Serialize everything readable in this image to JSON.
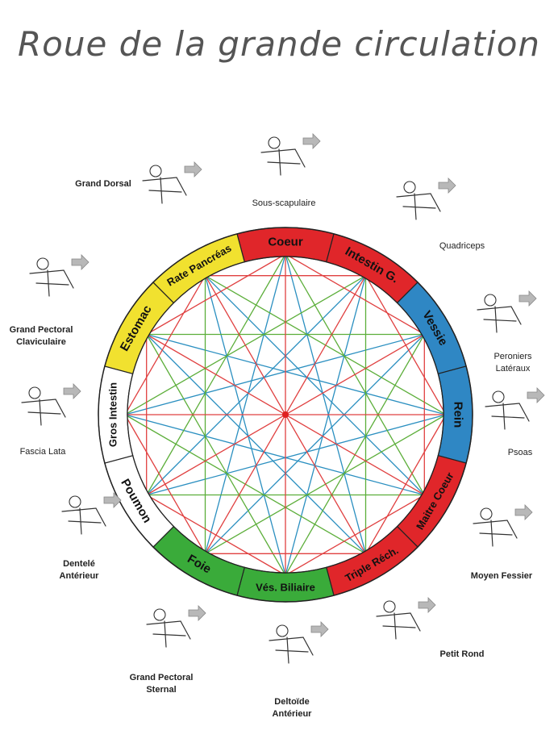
{
  "title": "Roue de la grande circulation",
  "wheel": {
    "segments": [
      {
        "label": "Coeur",
        "color": "#e0262a"
      },
      {
        "label": "Intestin G.",
        "color": "#e0262a"
      },
      {
        "label": "Vessie",
        "color": "#2f87c4"
      },
      {
        "label": "Rein",
        "color": "#2f87c4"
      },
      {
        "label": "Maitre Coeur",
        "color": "#e0262a"
      },
      {
        "label": "Triple Réch.",
        "color": "#e0262a"
      },
      {
        "label": "Vés. Biliaire",
        "color": "#3aab3a"
      },
      {
        "label": "Foie",
        "color": "#3aab3a"
      },
      {
        "label": "Poumon",
        "color": "#ffffff"
      },
      {
        "label": "Gros Intestin",
        "color": "#ffffff"
      },
      {
        "label": "Estomac",
        "color": "#f1e12f"
      },
      {
        "label": "Rate Pancréas",
        "color": "#f1e12f"
      }
    ],
    "star_colors": {
      "red": "#e04040",
      "blue": "#2a8fc0",
      "green": "#5cae3a",
      "center": "#e02020"
    }
  },
  "muscles": [
    {
      "label": "Sous-scapulaire"
    },
    {
      "label": "Quadriceps"
    },
    {
      "label": "Peroniers Latéraux"
    },
    {
      "label": "Psoas"
    },
    {
      "label": "Moyen Fessier"
    },
    {
      "label": "Petit Rond"
    },
    {
      "label": "Deltoïde Antérieur"
    },
    {
      "label": "Grand Pectoral Sternal"
    },
    {
      "label": "Dentelé Antérieur"
    },
    {
      "label": "Fascia Lata"
    },
    {
      "label": "Grand Pectoral Claviculaire"
    },
    {
      "label": "Grand Dorsal"
    }
  ]
}
